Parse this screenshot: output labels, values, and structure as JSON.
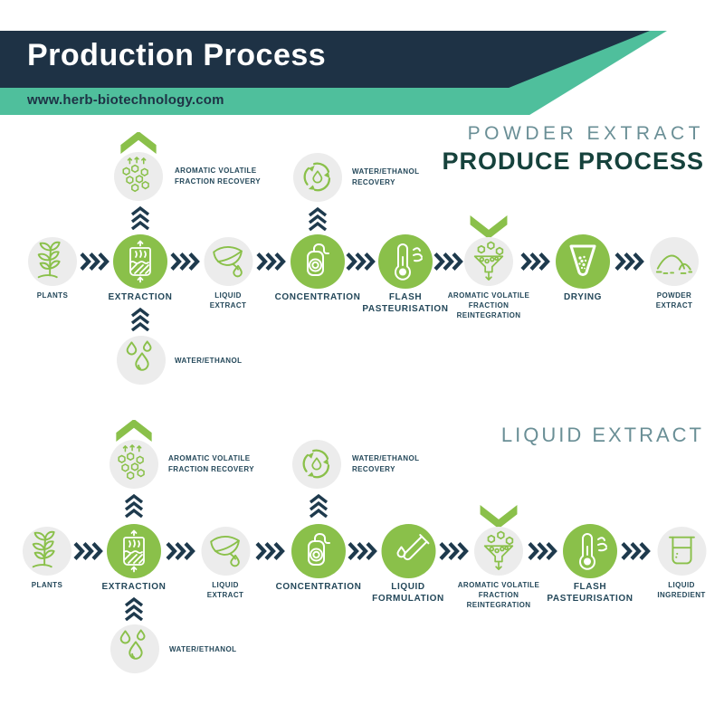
{
  "header": {
    "title": "Production Process",
    "website": "www.herb-biotechnology.com"
  },
  "colors": {
    "navy_band": "#1e3245",
    "teal_band": "#4fbf9c",
    "icon_green": "#8ac04a",
    "circle_gray": "#ececec",
    "arrow_navy": "#1e3a4d",
    "label_text": "#24485a",
    "heading_light": "#6a8f96",
    "heading_dark": "#16423c"
  },
  "powder_section": {
    "heading_line1": "POWDER EXTRACT",
    "heading_line2": "PRODUCE PROCESS",
    "steps": [
      {
        "label": "PLANTS",
        "icon": "plant-icon"
      },
      {
        "label": "EXTRACTION",
        "icon": "extraction-vessel-icon"
      },
      {
        "label": "LIQUID EXTRACT",
        "icon": "leaf-droplet-icon"
      },
      {
        "label": "CONCENTRATION",
        "icon": "evaporator-icon"
      },
      {
        "label": "FLASH PASTEURISATION",
        "icon": "thermometer-steam-icon"
      },
      {
        "label": "AROMATIC VOLATILE FRACTION REINTEGRATION",
        "icon": "funnel-molecules-icon"
      },
      {
        "label": "DRYING",
        "icon": "spray-dryer-icon"
      },
      {
        "label": "POWDER EXTRACT",
        "icon": "powder-pile-icon"
      }
    ],
    "aromatic_recovery_label": "AROMATIC VOLATILE FRACTION RECOVERY",
    "water_ethanol_recovery_label": "WATER/ETHANOL RECOVERY",
    "water_ethanol_label": "WATER/ETHANOL"
  },
  "liquid_section": {
    "heading_line1": "LIQUID EXTRACT",
    "steps": [
      {
        "label": "PLANTS",
        "icon": "plant-icon"
      },
      {
        "label": "EXTRACTION",
        "icon": "extraction-vessel-icon"
      },
      {
        "label": "LIQUID EXTRACT",
        "icon": "leaf-droplet-icon"
      },
      {
        "label": "CONCENTRATION",
        "icon": "evaporator-icon"
      },
      {
        "label": "LIQUID FORMULATION",
        "icon": "test-tube-icon"
      },
      {
        "label": "AROMATIC VOLATILE FRACTION REINTEGRATION",
        "icon": "funnel-molecules-icon"
      },
      {
        "label": "FLASH PASTEURISATION",
        "icon": "thermometer-steam-icon"
      },
      {
        "label": "LIQUID INGREDIENT",
        "icon": "beaker-icon"
      }
    ],
    "aromatic_recovery_label": "AROMATIC VOLATILE FRACTION RECOVERY",
    "water_ethanol_recovery_label": "WATER/ETHANOL RECOVERY",
    "water_ethanol_label": "WATER/ETHANOL"
  }
}
